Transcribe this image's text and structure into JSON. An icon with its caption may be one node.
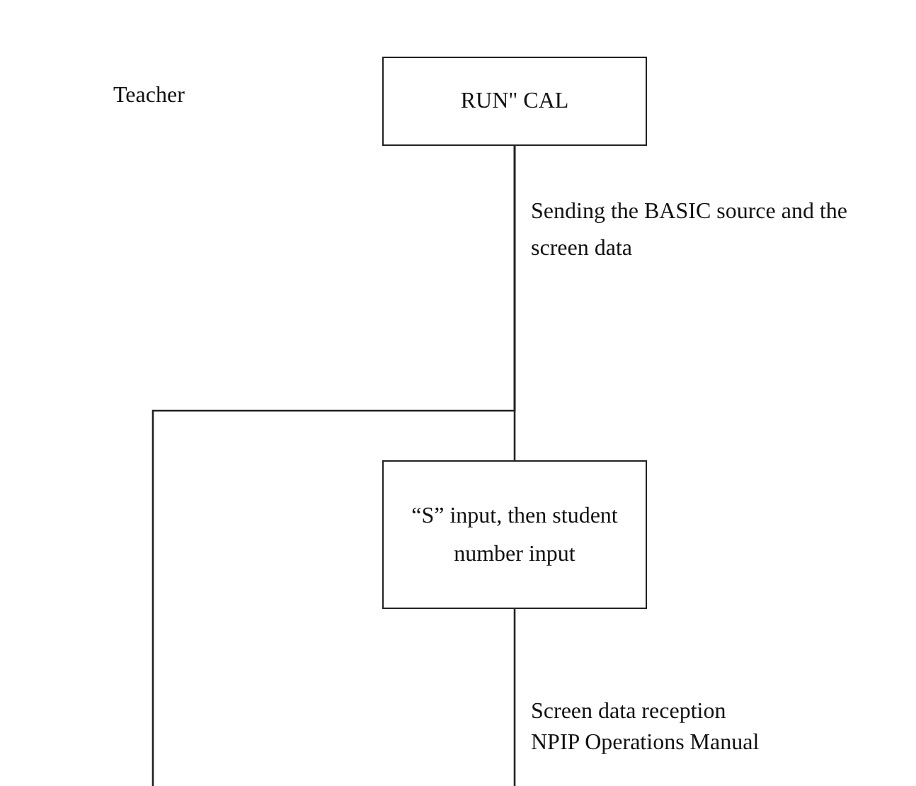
{
  "diagram": {
    "nodes": [
      {
        "text": [
          "RUN\" CAL"
        ]
      },
      {
        "text": [
          "“S” input, then student number input"
        ]
      }
    ],
    "edges": [
      {
        "from": 0,
        "to": 1,
        "arrow": "none",
        "label": "Sending the BASIC source and the screen data"
      },
      {
        "from": 0,
        "to": null,
        "arrow": "none"
      },
      {
        "from": 1,
        "to": null,
        "arrow": "none",
        "label": "Screen data reception"
      }
    ],
    "labels": [
      "Teacher",
      "NPIP Operations Manual"
    ]
  }
}
